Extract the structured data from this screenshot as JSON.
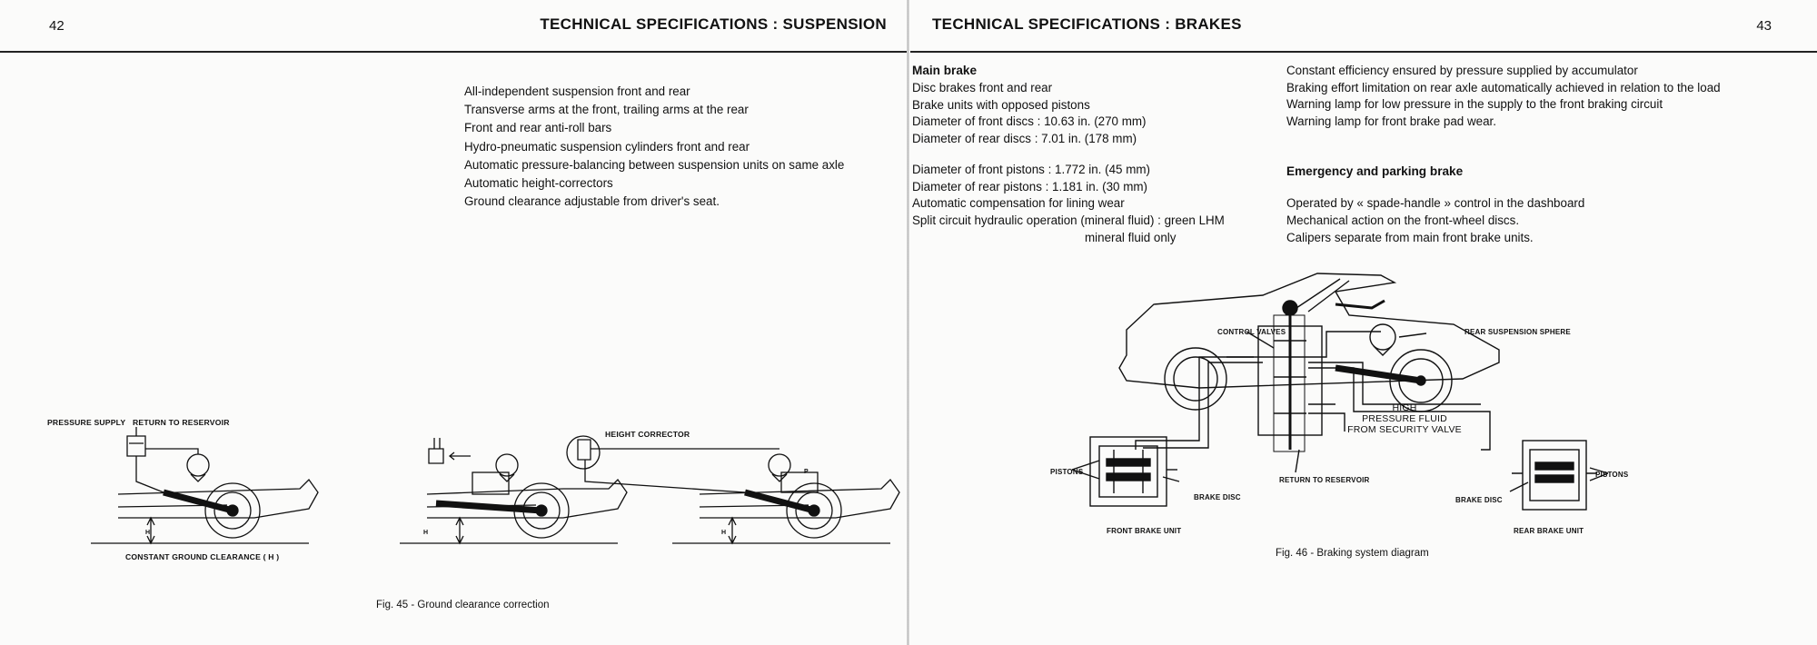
{
  "left": {
    "page_number": "42",
    "heading": "TECHNICAL SPECIFICATIONS : SUSPENSION",
    "features": [
      "All-independent suspension front and rear",
      "Transverse arms at the front, trailing arms at the rear",
      "Front and rear anti-roll bars",
      "Hydro-pneumatic suspension cylinders front and rear",
      "Automatic pressure-balancing between suspension units on same axle",
      "Automatic height-correctors",
      "Ground clearance adjustable from driver's seat."
    ],
    "figure": {
      "caption": "Fig. 45 - Ground clearance correction",
      "labels": {
        "pressure_supply": "PRESSURE SUPPLY",
        "return_to_reservoir": "RETURN TO RESERVOIR",
        "height_corrector": "HEIGHT CORRECTOR",
        "ground_clearance": "CONSTANT GROUND CLEARANCE ( H )",
        "h1": "H",
        "h2": "H",
        "h3": "H",
        "weight_label": "P"
      }
    }
  },
  "right": {
    "page_number": "43",
    "heading": "TECHNICAL SPECIFICATIONS : BRAKES",
    "main_brake": {
      "title": "Main brake",
      "items": [
        "Disc brakes front and rear",
        "Brake units with opposed pistons",
        "Diameter of front discs : 10.63 in. (270 mm)",
        "Diameter of rear discs : 7.01 in. (178 mm)"
      ],
      "items2": [
        "Diameter of front pistons : 1.772 in. (45 mm)",
        "Diameter of rear pistons : 1.181 in. (30 mm)",
        "Automatic compensation for lining wear",
        "Split circuit hydraulic operation (mineral fluid) : green LHM"
      ],
      "items2_cont": "mineral fluid only"
    },
    "efficiency_items": [
      "Constant efficiency ensured by pressure supplied by accumulator",
      "Braking effort limitation on rear axle automatically achieved in relation to the load",
      "Warning lamp for low pressure in the supply to the front braking circuit",
      "Warning lamp for front brake pad wear."
    ],
    "emergency": {
      "title": "Emergency and parking brake",
      "items": [
        "Operated by « spade-handle » control in the dashboard",
        "Mechanical action on the front-wheel discs.",
        "Calipers separate from main front brake units."
      ]
    },
    "figure": {
      "caption": "Fig. 46 - Braking system diagram",
      "labels": {
        "control_valves": "CONTROL VALVES",
        "rear_sphere": "REAR SUSPENSION SPHERE",
        "hp_line1": "HIGH",
        "hp_line2": "PRESSURE FLUID",
        "hp_line3": "FROM SECURITY VALVE",
        "pistons_left": "PISTONS",
        "pistons_right": "PISTONS",
        "brake_disc_left": "BRAKE DISC",
        "brake_disc_right": "BRAKE DISC",
        "return_to_reservoir": "RETURN TO RESERVOIR",
        "front_unit": "FRONT BRAKE UNIT",
        "rear_unit": "REAR BRAKE UNIT"
      }
    }
  }
}
